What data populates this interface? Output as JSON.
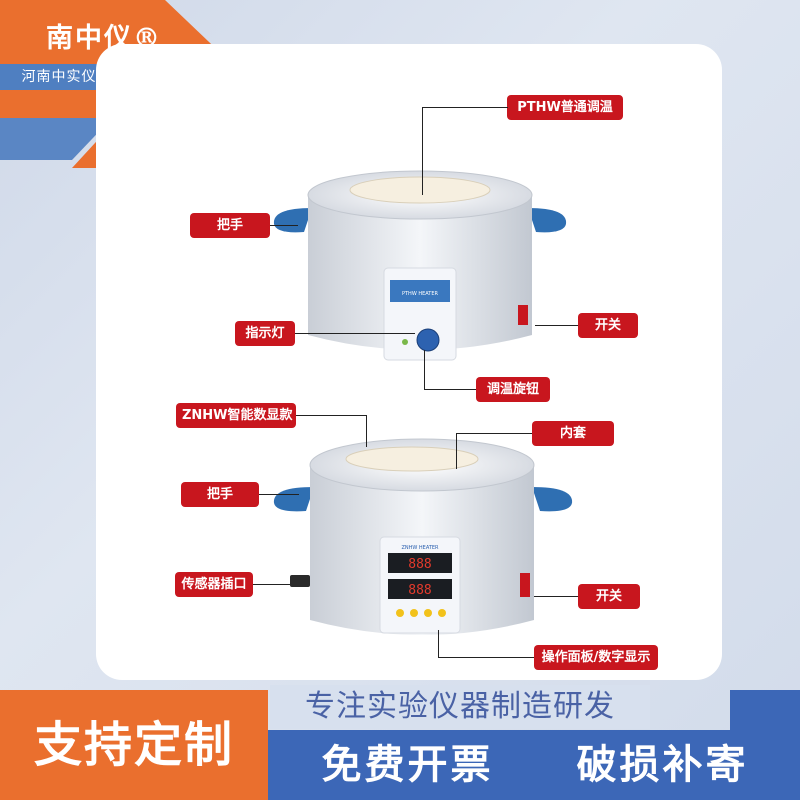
{
  "brand": {
    "name": "南中仪®",
    "company": "河南中实仪设备有限公司"
  },
  "top_product": {
    "title": "PTHW普通调温",
    "panel_text": "PTHW HEATER",
    "callouts": {
      "handle": "把手",
      "indicator": "指示灯",
      "switch": "开关",
      "knob": "调温旋钮"
    }
  },
  "bottom_product": {
    "title": "ZNHW智能数显款",
    "panel_text": "ZNHW HEATER",
    "display_top": "888",
    "display_bottom": "888",
    "callouts": {
      "inner": "内套",
      "handle": "把手",
      "sensor": "传感器插口",
      "switch": "开关",
      "panel": "操作面板/数字显示"
    }
  },
  "footer": {
    "slogan": "专注实验仪器制造研发",
    "custom": "支持定制",
    "invoice": "免费开票",
    "damage": "破损补寄"
  },
  "colors": {
    "label_red": "#c8161e",
    "orange": "#ea6f2e",
    "blue": "#3c67b7",
    "handle_blue": "#2f6fb2"
  }
}
